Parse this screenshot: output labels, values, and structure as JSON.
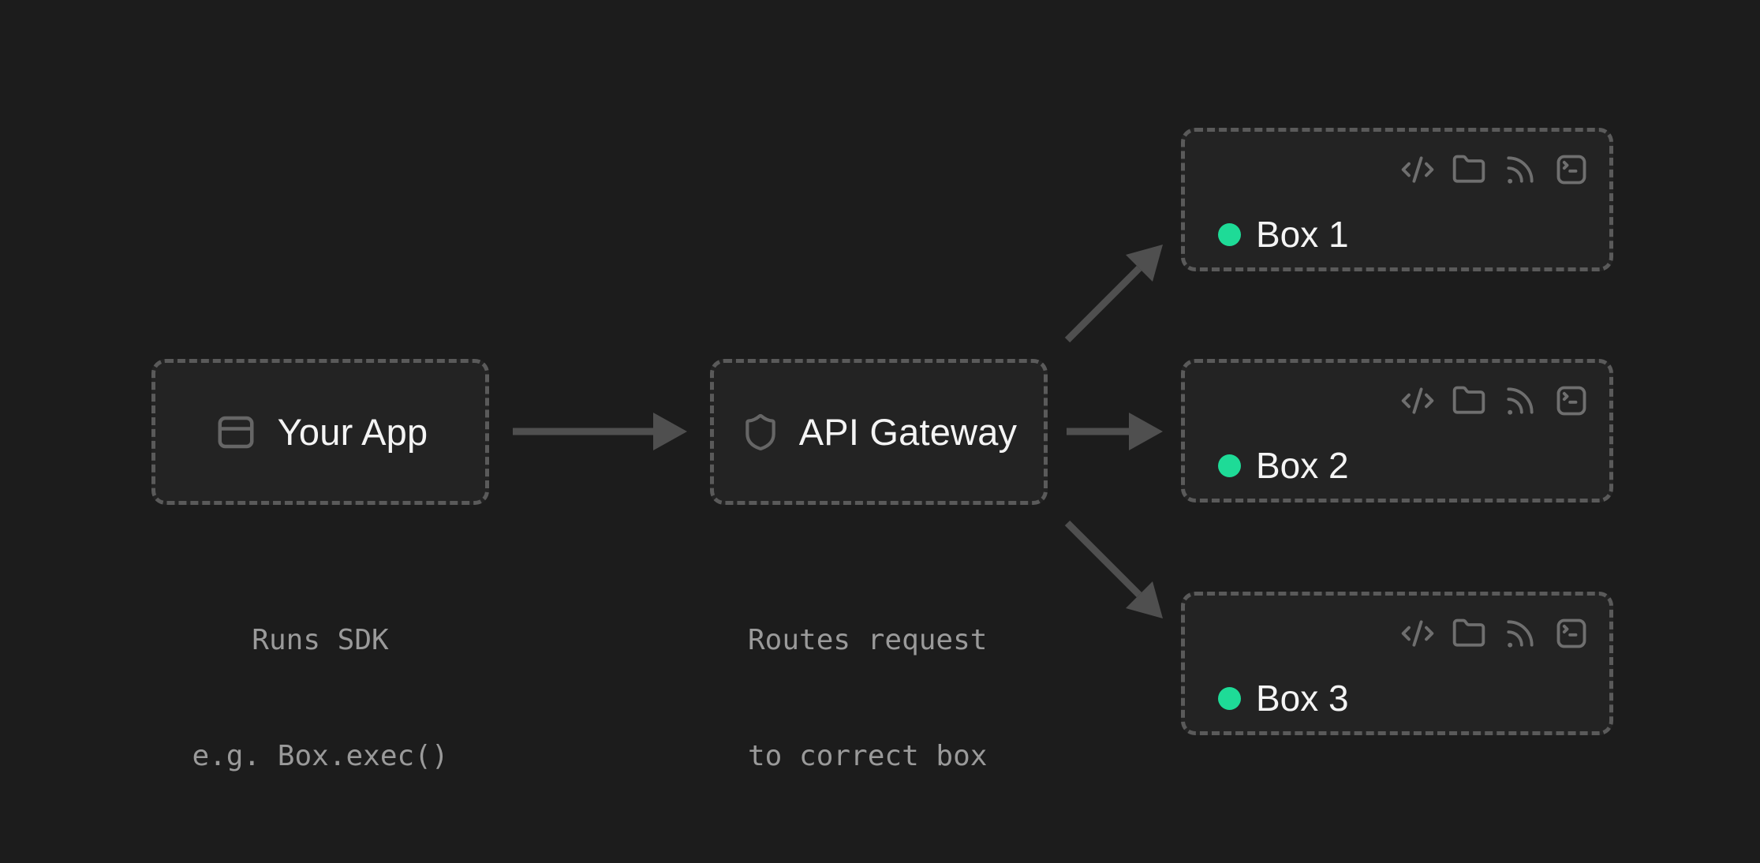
{
  "colors": {
    "background": "#1c1c1c",
    "node_fill": "#232323",
    "node_border": "#5a5a5a",
    "arrow": "#4f4f4f",
    "icon_gray": "#6f6f6f",
    "node_icon_gray": "#666666",
    "caption_gray": "#9a9a9a",
    "label_white": "#f4f4f4",
    "status_green": "#1edb97"
  },
  "diagram": {
    "app_node": {
      "label": "Your App",
      "icon": "app-window-icon",
      "caption_line1": "Runs SDK",
      "caption_line2": "e.g. Box.exec()"
    },
    "gateway_node": {
      "label": "API Gateway",
      "icon": "shield-icon",
      "caption_line1": "Routes request",
      "caption_line2": "to correct box"
    },
    "boxes": [
      {
        "label": "Box 1",
        "status_dot_color": "#1edb97",
        "icons": [
          "code-icon",
          "folder-icon",
          "rss-icon",
          "terminal-icon"
        ]
      },
      {
        "label": "Box 2",
        "status_dot_color": "#1edb97",
        "icons": [
          "code-icon",
          "folder-icon",
          "rss-icon",
          "terminal-icon"
        ]
      },
      {
        "label": "Box 3",
        "status_dot_color": "#1edb97",
        "icons": [
          "code-icon",
          "folder-icon",
          "rss-icon",
          "terminal-icon"
        ]
      }
    ],
    "connections": [
      "app-to-gateway",
      "gateway-to-box1",
      "gateway-to-box2",
      "gateway-to-box3"
    ]
  }
}
